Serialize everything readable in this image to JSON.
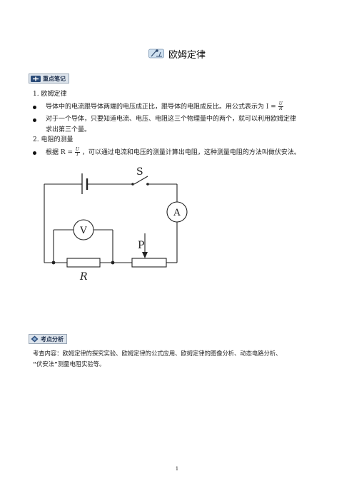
{
  "title": "欧姆定律",
  "icons": {
    "title_icon": "physics-figure-icon",
    "notes_banner_icon": "plus-badge-icon",
    "analysis_banner_icon": "diamond-icon"
  },
  "notes_banner": "重点笔记",
  "section1": {
    "heading": "1. 欧姆定律",
    "bullet1_text": "导体中的电流跟导体两端的电压成正比，跟导体的电阻成反比。用公式表示为 I =",
    "bullet1_frac": {
      "num": "U",
      "den": "R"
    },
    "bullet2_line1": "对于一个导体，只要知道电流、电压、电阻这三个物理量中的两个，就可以利用欧姆定律",
    "bullet2_line2": "求出第三个量。"
  },
  "section2": {
    "heading": "2. 电阻的测量",
    "bullet_prefix": "根据 R =",
    "bullet_frac": {
      "num": "U",
      "den": "I"
    },
    "bullet_suffix": "，可以通过电流和电压的测量计算出电阻，这种测量电阻的方法叫做伏安法。"
  },
  "circuit": {
    "switch_label": "S",
    "ammeter_label": "A",
    "voltmeter_label": "V",
    "slider_label": "P",
    "resistor_label": "R"
  },
  "analysis_banner": "考点分析",
  "analysis_line1": "考查内容：欧姆定律的探究实验、欧姆定律的公式应用、欧姆定律的图像分析、动态电路分析、",
  "analysis_line2": "“伏安法”测量电阻实验等。",
  "page_number": "1"
}
